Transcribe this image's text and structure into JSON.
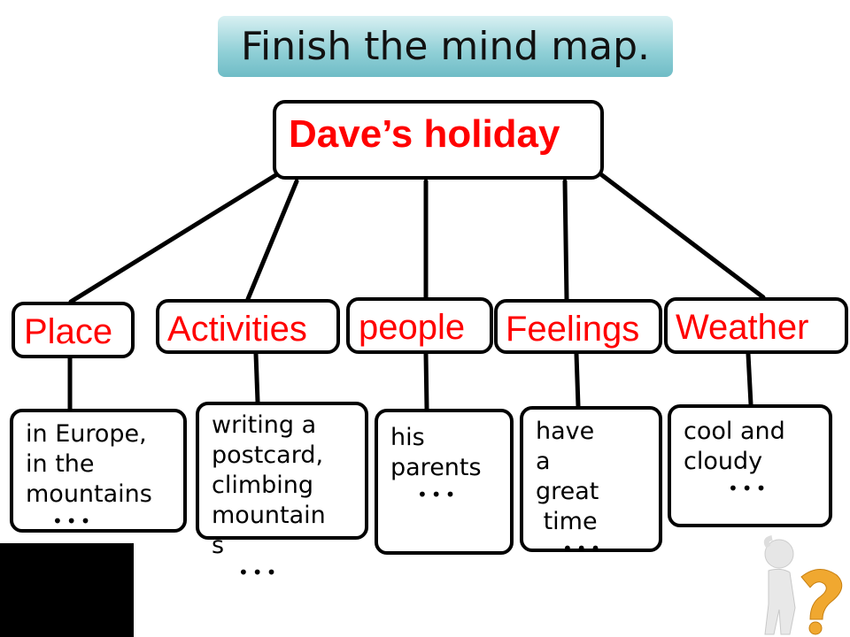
{
  "title": "Finish the mind map.",
  "root": "Dave’s holiday",
  "categories": [
    {
      "label": "Place",
      "detail": "in Europe,\nin the\nmountains"
    },
    {
      "label": "Activities",
      "detail": "writing a\npostcard,\nclimbing\nmountain\ns"
    },
    {
      "label": "people",
      "detail": "his\nparents"
    },
    {
      "label": "Feelings",
      "detail": "have\na\ngreat\n time"
    },
    {
      "label": "Weather",
      "detail": "cool and\ncloudy"
    }
  ],
  "ellipsis": "•••",
  "colors": {
    "accent": "#ff0000",
    "title_bg": "#8fcfd6"
  }
}
